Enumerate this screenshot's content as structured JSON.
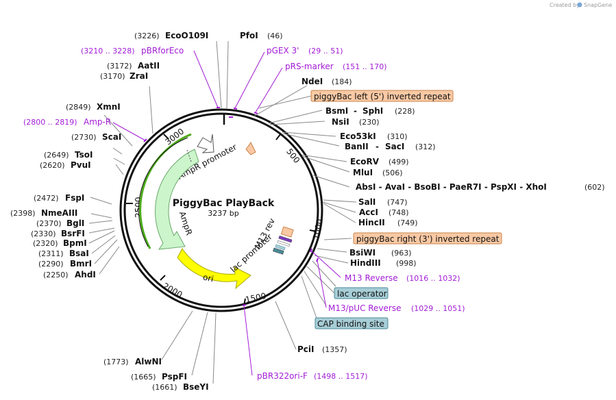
{
  "credit": {
    "text": "Created by",
    "brand": "SnapGene"
  },
  "plasmid": {
    "name": "PiggyBac PlayBack",
    "size_label": "3237 bp",
    "length": 3237
  },
  "ticks": [
    "500",
    "1000",
    "1500",
    "2000",
    "2500",
    "3000"
  ],
  "colors": {
    "backbone": "#111111",
    "primer": "#a21bd6",
    "repeat_fill": "#f9c9a4",
    "repeat_stroke": "#c8834a",
    "protein_bind_fill": "#a7cdd6",
    "protein_bind_stroke": "#4a8a98",
    "ampr_fill": "#ccf5cc",
    "ampr_stroke": "#6aa86a",
    "ori_fill": "#ffff00",
    "ori_stroke": "#a8a800",
    "promoter_fill": "#ffffff",
    "promoter_stroke": "#555555",
    "selection": "#4caa1a"
  },
  "sites": [
    {
      "name": "EcoO109I",
      "pos": "(3226)"
    },
    {
      "name": "PfoI",
      "pos": "(46)"
    },
    {
      "name": "AatII",
      "pos": "(3172)"
    },
    {
      "name": "ZraI",
      "pos": "(3170)"
    },
    {
      "name": "NdeI",
      "pos": "(184)"
    },
    {
      "name": "XmnI",
      "pos": "(2849)"
    },
    {
      "name": "BsmI",
      "sep": "-",
      "name2": "SphI",
      "pos": "(228)"
    },
    {
      "name": "NsiI",
      "pos": "(230)"
    },
    {
      "name": "ScaI",
      "pos": "(2730)"
    },
    {
      "name": "Eco53kI",
      "pos": "(310)"
    },
    {
      "name": "BanII",
      "sep": "-",
      "name2": "SacI",
      "pos": "(312)"
    },
    {
      "name": "TsoI",
      "pos": "(2649)"
    },
    {
      "name": "PvuI",
      "pos": "(2620)"
    },
    {
      "name": "EcoRV",
      "pos": "(499)"
    },
    {
      "name": "MluI",
      "pos": "(506)"
    },
    {
      "name": "AbsI - AvaI - BsoBI - PaeR7I - PspXI - XhoI",
      "pos": "(602)"
    },
    {
      "name": "FspI",
      "pos": "(2472)"
    },
    {
      "name": "SalI",
      "pos": "(747)"
    },
    {
      "name": "AccI",
      "pos": "(748)"
    },
    {
      "name": "HincII",
      "pos": "(749)"
    },
    {
      "name": "NmeAIII",
      "pos": "(2398)"
    },
    {
      "name": "BglI",
      "pos": "(2370)"
    },
    {
      "name": "BsrFI",
      "pos": "(2330)"
    },
    {
      "name": "BpmI",
      "pos": "(2320)"
    },
    {
      "name": "BsaI",
      "pos": "(2311)"
    },
    {
      "name": "BmrI",
      "pos": "(2290)"
    },
    {
      "name": "AhdI",
      "pos": "(2250)"
    },
    {
      "name": "BsiWI",
      "pos": "(963)"
    },
    {
      "name": "HindIII",
      "pos": "(998)"
    },
    {
      "name": "PciI",
      "pos": "(1357)"
    },
    {
      "name": "AlwNI",
      "pos": "(1773)"
    },
    {
      "name": "PspFI",
      "pos": "(1665)"
    },
    {
      "name": "BseYI",
      "pos": "(1661)"
    }
  ],
  "primers": [
    {
      "range": "(3210 .. 3228)",
      "name": "pBRforEco"
    },
    {
      "name": "pGEX 3'",
      "range": "(29 .. 51)"
    },
    {
      "name": "pRS-marker",
      "range": "(151 .. 170)"
    },
    {
      "range": "(2800 .. 2819)",
      "name": "Amp-R"
    },
    {
      "name": "M13 Reverse",
      "range": "(1016 .. 1032)"
    },
    {
      "name": "M13/pUC Reverse",
      "range": "(1029 .. 1051)"
    },
    {
      "name": "pBR322ori-F",
      "range": "(1498 .. 1517)"
    }
  ],
  "boxed_features": [
    {
      "name": "piggyBac left (5') inverted repeat",
      "kind": "repeat"
    },
    {
      "name": "piggyBac right (3') inverted repeat",
      "kind": "repeat"
    },
    {
      "name": "lac operator",
      "kind": "protein_bind"
    },
    {
      "name": "CAP binding site",
      "kind": "protein_bind"
    }
  ],
  "inner_features": {
    "ampr_promoter": "AmpR promoter",
    "ampr": "AmpR",
    "ori": "ori",
    "m13_rev": "M13 rev",
    "lac_promoter": "lac promoter"
  }
}
